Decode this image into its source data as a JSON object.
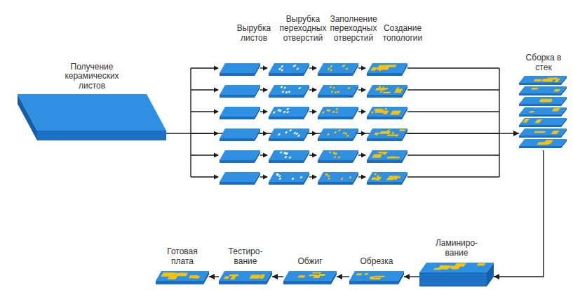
{
  "diagram": {
    "nodes": [
      {
        "text": [
          "Получение керамических листов"
        ]
      },
      {
        "text": [
          "Сборка в стек"
        ]
      },
      {
        "text": [
          "Ламиниро-вание"
        ]
      },
      {
        "text": [
          "Обрезка"
        ]
      },
      {
        "text": [
          "Обжиг"
        ]
      },
      {
        "text": [
          "Тестиро-вание"
        ]
      },
      {
        "text": [
          "Готовая плата"
        ]
      }
    ],
    "edges": [
      {
        "from": 0,
        "to": 1,
        "arrow": "to"
      },
      {
        "from": 1,
        "to": 2,
        "arrow": "to"
      },
      {
        "from": 2,
        "to": 3,
        "arrow": "to"
      },
      {
        "from": 3,
        "to": 4,
        "arrow": "to"
      },
      {
        "from": 4,
        "to": 5,
        "arrow": "to"
      },
      {
        "from": 5,
        "to": 6,
        "arrow": "to"
      }
    ],
    "labels": [
      "Вырубка листов",
      "Вырубка переходных отверстий",
      "Заполнение переходных отверстий",
      "Создание топологии"
    ]
  }
}
